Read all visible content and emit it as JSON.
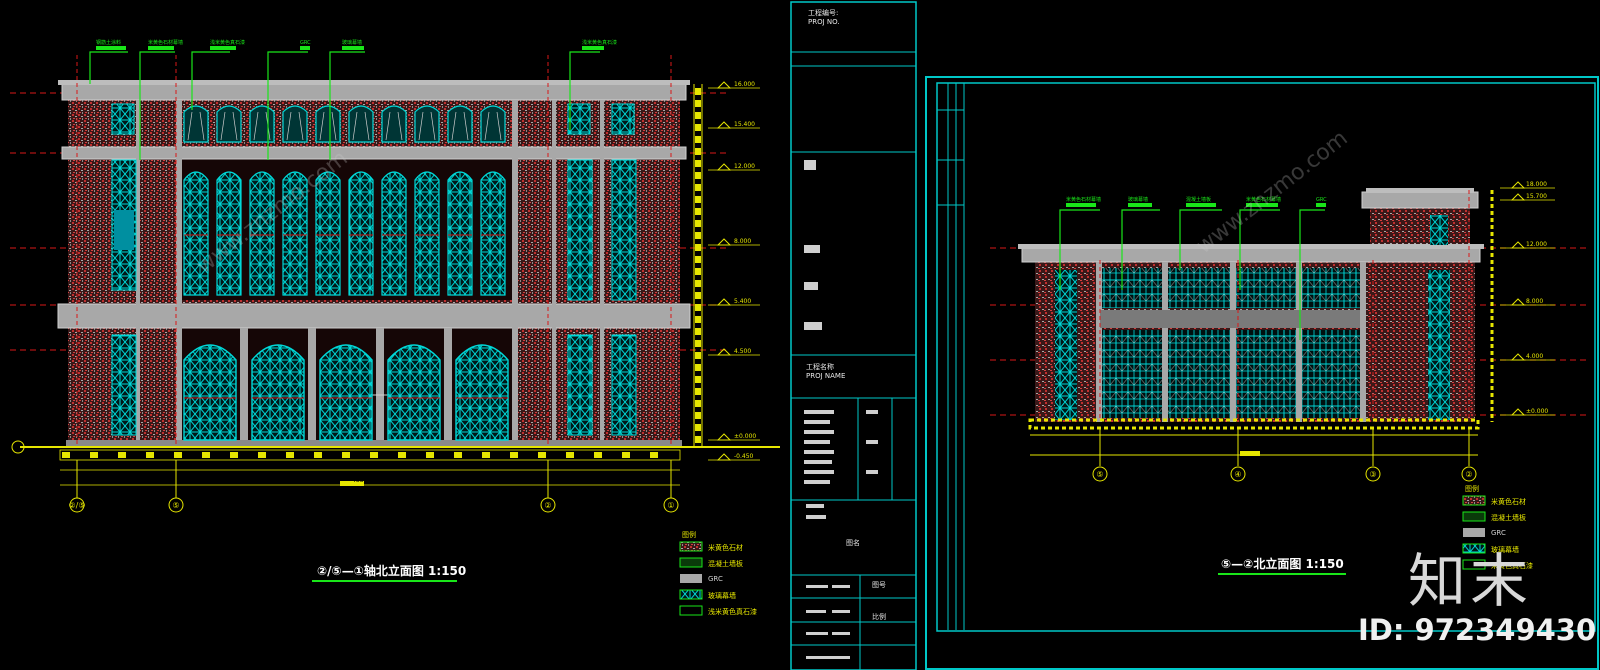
{
  "left_drawing": {
    "title": "②/⑤—①轴北立面图 1:150",
    "title_scale": "1:150",
    "callouts": [
      "钢筋土涂料",
      "米黄色石材幕墙",
      "浅米黄色真石漆",
      "GRC",
      "玻璃幕墙",
      "浅米黄色真石漆"
    ],
    "elevations": [
      "16.000",
      "15.400",
      "12.000",
      "8.000",
      "5.400",
      "4.500",
      "±0.000",
      "-0.450"
    ],
    "total_dim": "43800",
    "axes": [
      "②/⑤",
      "⑤",
      "②",
      "①"
    ],
    "legend_title": "图例",
    "legend": [
      "米黄色石材",
      "混凝土墙板",
      "GRC",
      "玻璃幕墙",
      "浅米黄色真石漆"
    ]
  },
  "right_drawing": {
    "title": "⑤—②北立面图 1:150",
    "title_scale": "1:150",
    "callouts": [
      "米黄色石材幕墙",
      "玻璃幕墙",
      "混凝土墙板",
      "米黄色石材幕墙",
      "GRC"
    ],
    "elevations": [
      "18.000",
      "15.700",
      "12.000",
      "8.000",
      "4.000",
      "±0.000"
    ],
    "axes": [
      "⑤",
      "④",
      "③",
      "②"
    ],
    "legend_title": "图例",
    "legend": [
      "米黄色石材",
      "混凝土墙板",
      "GRC",
      "玻璃幕墙",
      "米黄色真石漆"
    ]
  },
  "title_block": {
    "project_no_label": "工程编号:",
    "project_no_en": "PROJ NO.",
    "project_name_label": "工程名称",
    "project_name_en": "PROJ NAME",
    "drawing_name": "图名",
    "drawing_no": "图号",
    "scale": "比例"
  },
  "brand": "知末",
  "image_id": "ID: 972349430",
  "watermark": "www.znzmo.com",
  "colors": {
    "background": "#000000",
    "frame": "#00c8c8",
    "stone": "#9a2a2a",
    "trim": "#a8a8a8",
    "glass": "#00d8d8",
    "callout": "#19e619",
    "dimension": "#e6e600",
    "axis_line": "#d81818"
  }
}
